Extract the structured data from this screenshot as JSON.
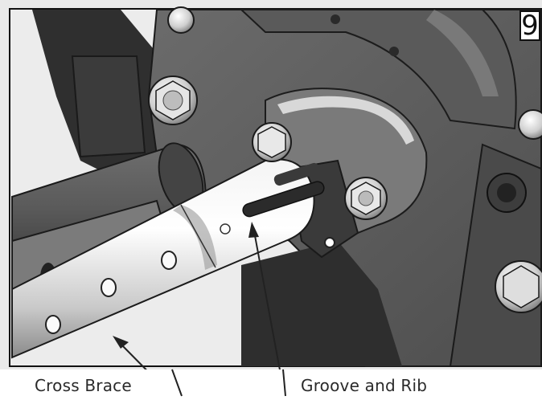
{
  "step_number": "9",
  "callouts": {
    "cross_brace": "Cross Brace",
    "groove_and_rib": "Groove and Rib"
  }
}
